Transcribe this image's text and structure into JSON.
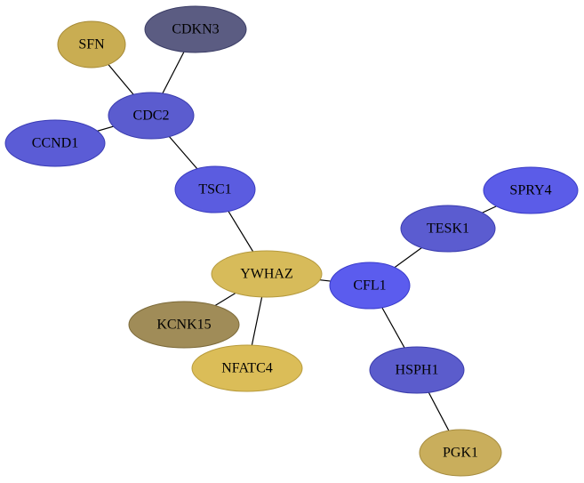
{
  "graph": {
    "nodes": [
      {
        "id": "SFN",
        "label": "SFN",
        "fill": "#c9ad52",
        "stroke": "#a68a37"
      },
      {
        "id": "CDKN3",
        "label": "CDKN3",
        "fill": "#5b5c82",
        "stroke": "#3b3d66"
      },
      {
        "id": "CDC2",
        "label": "CDC2",
        "fill": "#5b5ccf",
        "stroke": "#3a3cae"
      },
      {
        "id": "CCND1",
        "label": "CCND1",
        "fill": "#5b5cd6",
        "stroke": "#3a3cb5"
      },
      {
        "id": "TSC1",
        "label": "TSC1",
        "fill": "#5b5ce0",
        "stroke": "#3a3cbf"
      },
      {
        "id": "SPRY4",
        "label": "SPRY4",
        "fill": "#5b5ce8",
        "stroke": "#3a3cc7"
      },
      {
        "id": "TESK1",
        "label": "TESK1",
        "fill": "#5b5cd0",
        "stroke": "#3a3caf"
      },
      {
        "id": "YWHAZ",
        "label": "YWHAZ",
        "fill": "#d7bb5a",
        "stroke": "#b59a3e"
      },
      {
        "id": "CFL1",
        "label": "CFL1",
        "fill": "#5b5cee",
        "stroke": "#3a3ccc"
      },
      {
        "id": "KCNK15",
        "label": "KCNK15",
        "fill": "#a08c58",
        "stroke": "#7c6a3a"
      },
      {
        "id": "NFATC4",
        "label": "NFATC4",
        "fill": "#dbbd58",
        "stroke": "#b89b3c"
      },
      {
        "id": "HSPH1",
        "label": "HSPH1",
        "fill": "#5b5ccc",
        "stroke": "#3a3cab"
      },
      {
        "id": "PGK1",
        "label": "PGK1",
        "fill": "#c9ae5c",
        "stroke": "#a68c3f"
      }
    ],
    "edges": [
      {
        "source": "SFN",
        "target": "CDC2"
      },
      {
        "source": "CDKN3",
        "target": "CDC2"
      },
      {
        "source": "CCND1",
        "target": "CDC2"
      },
      {
        "source": "CDC2",
        "target": "TSC1"
      },
      {
        "source": "TSC1",
        "target": "YWHAZ"
      },
      {
        "source": "YWHAZ",
        "target": "KCNK15"
      },
      {
        "source": "YWHAZ",
        "target": "NFATC4"
      },
      {
        "source": "YWHAZ",
        "target": "CFL1"
      },
      {
        "source": "CFL1",
        "target": "TESK1"
      },
      {
        "source": "TESK1",
        "target": "SPRY4"
      },
      {
        "source": "CFL1",
        "target": "HSPH1"
      },
      {
        "source": "HSPH1",
        "target": "PGK1"
      }
    ]
  }
}
